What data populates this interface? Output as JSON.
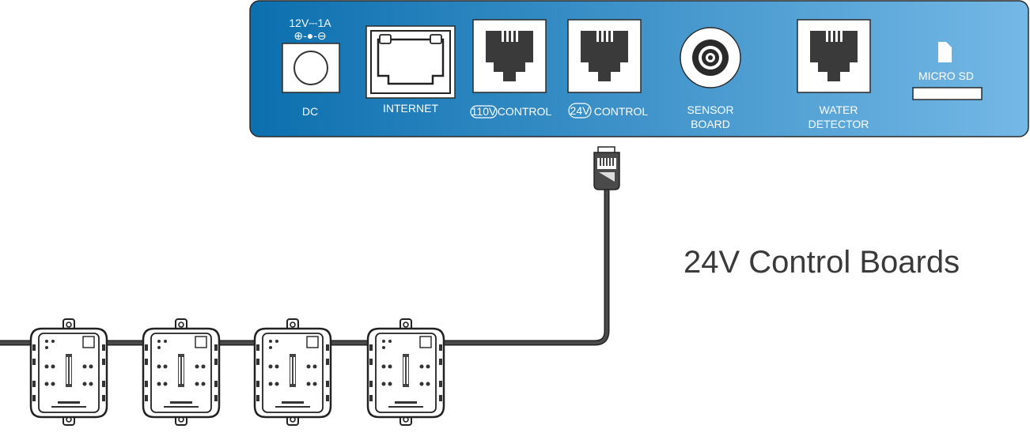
{
  "panel": {
    "colors": {
      "left": "#0c6fae",
      "right": "#74b8e6",
      "border": "#2a2a2a"
    },
    "ports": [
      {
        "id": "dc",
        "rating": "12V⎓1A",
        "polarity": "⊕-●-⊖",
        "label": "DC"
      },
      {
        "id": "internet",
        "label": "INTERNET"
      },
      {
        "id": "control-110v",
        "badge": "110V",
        "label": "CONTROL"
      },
      {
        "id": "control-24v",
        "badge": "24V",
        "label": "CONTROL"
      },
      {
        "id": "sensor-board",
        "label_lines": [
          "SENSOR",
          "BOARD"
        ]
      },
      {
        "id": "water-detector",
        "label_lines": [
          "WATER",
          "DETECTOR"
        ]
      },
      {
        "id": "micro-sd",
        "label": "MICRO SD"
      }
    ]
  },
  "heading": "24V Control Boards",
  "control_boards": {
    "count": 4,
    "icon": "control-board-icon"
  },
  "cable": {
    "color": "#4a4a4a",
    "connector": "rj-plug-icon"
  }
}
